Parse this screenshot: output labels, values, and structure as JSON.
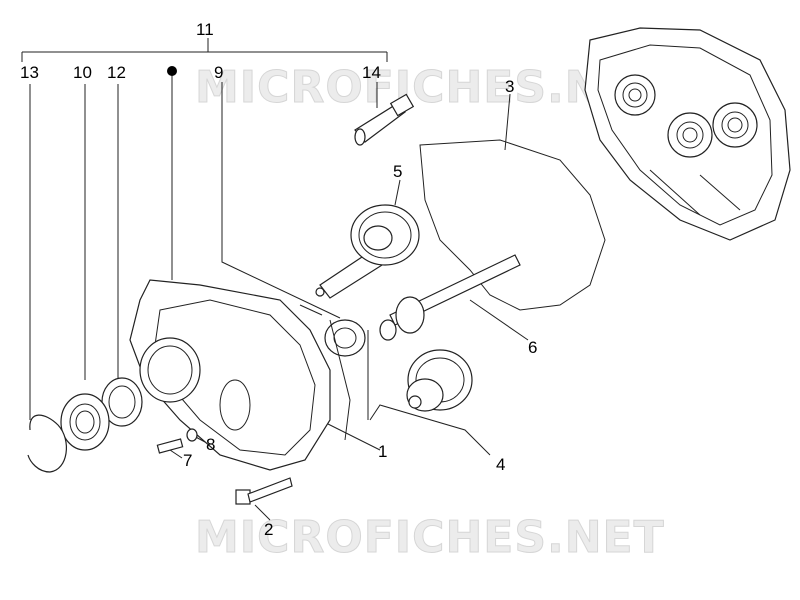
{
  "watermark": {
    "text": "MICROFICHES.NET"
  },
  "labels": {
    "p1": "1",
    "p2": "2",
    "p3": "3",
    "p4": "4",
    "p5": "5",
    "p6": "6",
    "p7": "7",
    "p8": "8",
    "p9": "9",
    "p10": "10",
    "p11": "11",
    "p12": "12",
    "p13": "13",
    "p14": "14"
  }
}
